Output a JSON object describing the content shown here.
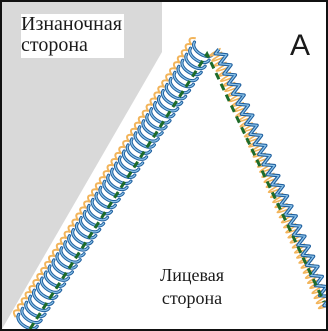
{
  "figure": {
    "back_side_label_line1": "Изнаночная",
    "back_side_label_line2": "сторона",
    "face_side_label_line1": "Лицевая",
    "face_side_label_line2": "сторона",
    "panel_letter": "A"
  },
  "colors": {
    "frame": "#111111",
    "back_fill": "#d9d9d9",
    "stitch_blue": "#1f5f9e",
    "stitch_blue_light": "#8ec5ea",
    "stitch_orange": "#f2b45a",
    "stitch_green": "#1d6b2a"
  }
}
